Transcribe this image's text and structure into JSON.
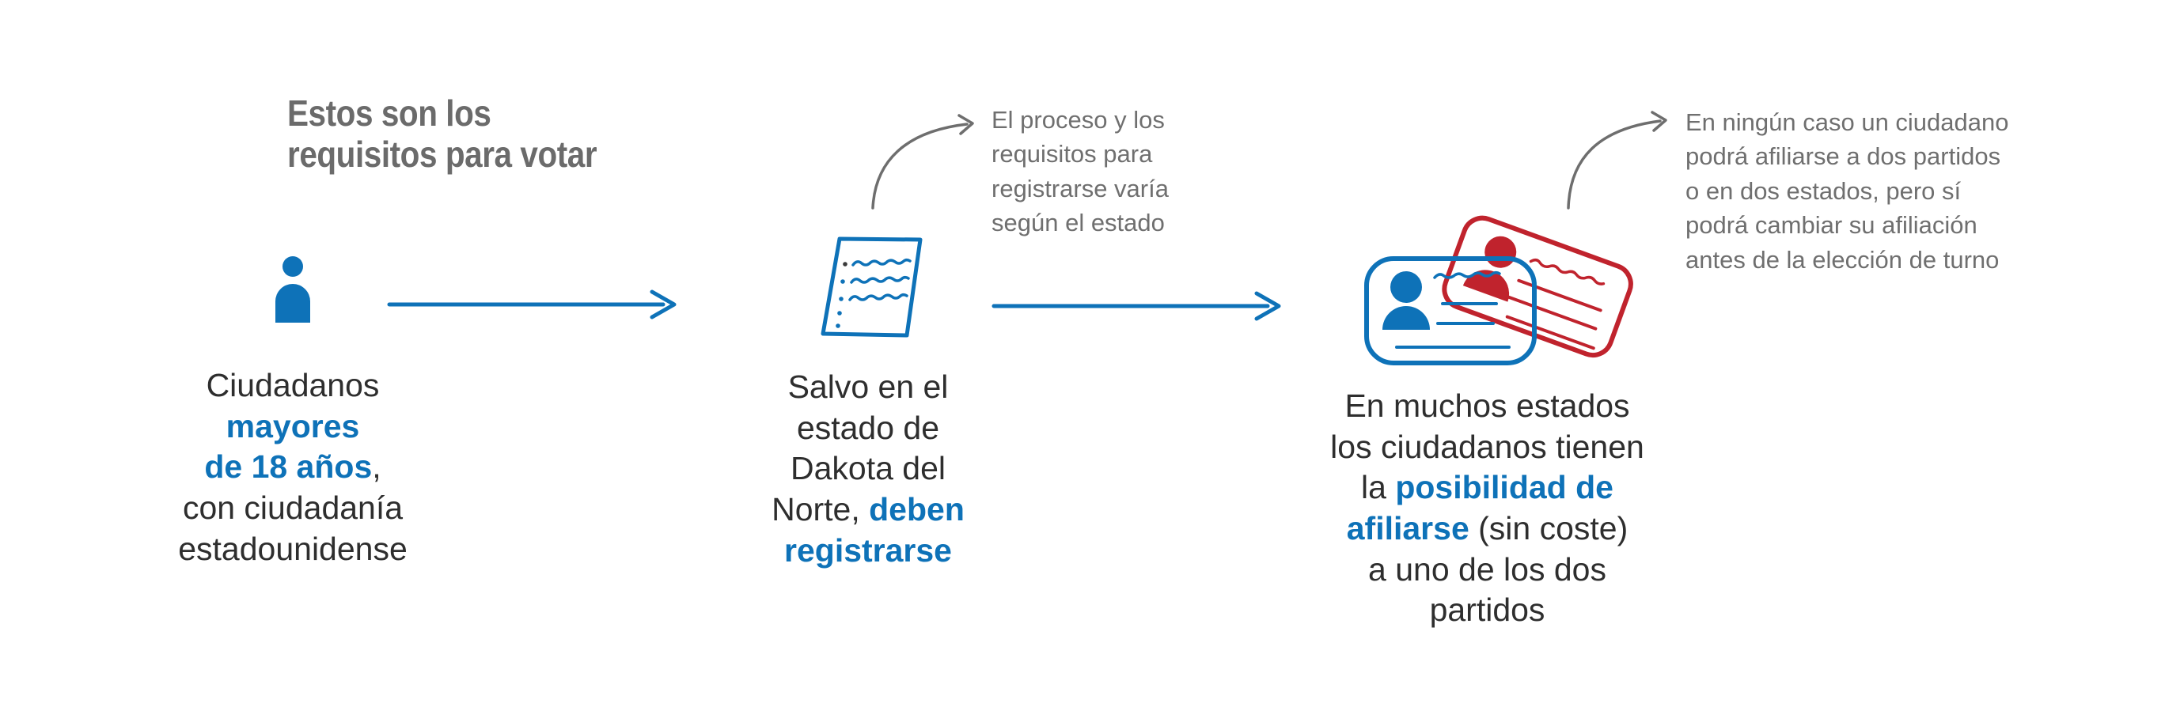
{
  "colors": {
    "blue": "#0e72b8",
    "red": "#c0232d",
    "ink": "#2e2e2e",
    "gray_text": "#6f6f6f",
    "title_gray": "#6b6b6b",
    "arrow_gray": "#6e6e6e"
  },
  "title": "Estos son los\nrequisitos para votar",
  "icons": {
    "flow": "arrow-right-icon",
    "note_pointer": "curved-arrow-icon"
  },
  "steps": [
    {
      "id": "citizens",
      "icon": "person-icon",
      "text_segments": [
        {
          "t": "Ciudadanos\n"
        },
        {
          "t": "mayores\nde 18 años",
          "c": "accent"
        },
        {
          "t": ",\ncon ciudadanía\nestadounidense"
        }
      ]
    },
    {
      "id": "register",
      "icon": "document-icon",
      "text_segments": [
        {
          "t": "Salvo en el\nestado de\nDakota del\nNorte, "
        },
        {
          "t": "deben\nregistrarse",
          "c": "accent"
        }
      ]
    },
    {
      "id": "affiliate",
      "icon": "id-cards-icon",
      "text_segments": [
        {
          "t": "En muchos estados\nlos ciudadanos tienen\nla "
        },
        {
          "t": "posibilidad de\nafiliarse",
          "c": "accent"
        },
        {
          "t": " (sin coste)\na uno de los dos\npartidos"
        }
      ]
    }
  ],
  "annotations": [
    {
      "id": "register-note",
      "text": "El proceso y los\nrequisitos para\nregistrarse varía\nsegún el estado"
    },
    {
      "id": "affiliation-note",
      "text": "En ningún caso un ciudadano\npodrá afiliarse a dos partidos\no en dos estados, pero sí\npodrá cambiar su afiliación\nantes de la elección de turno"
    }
  ]
}
